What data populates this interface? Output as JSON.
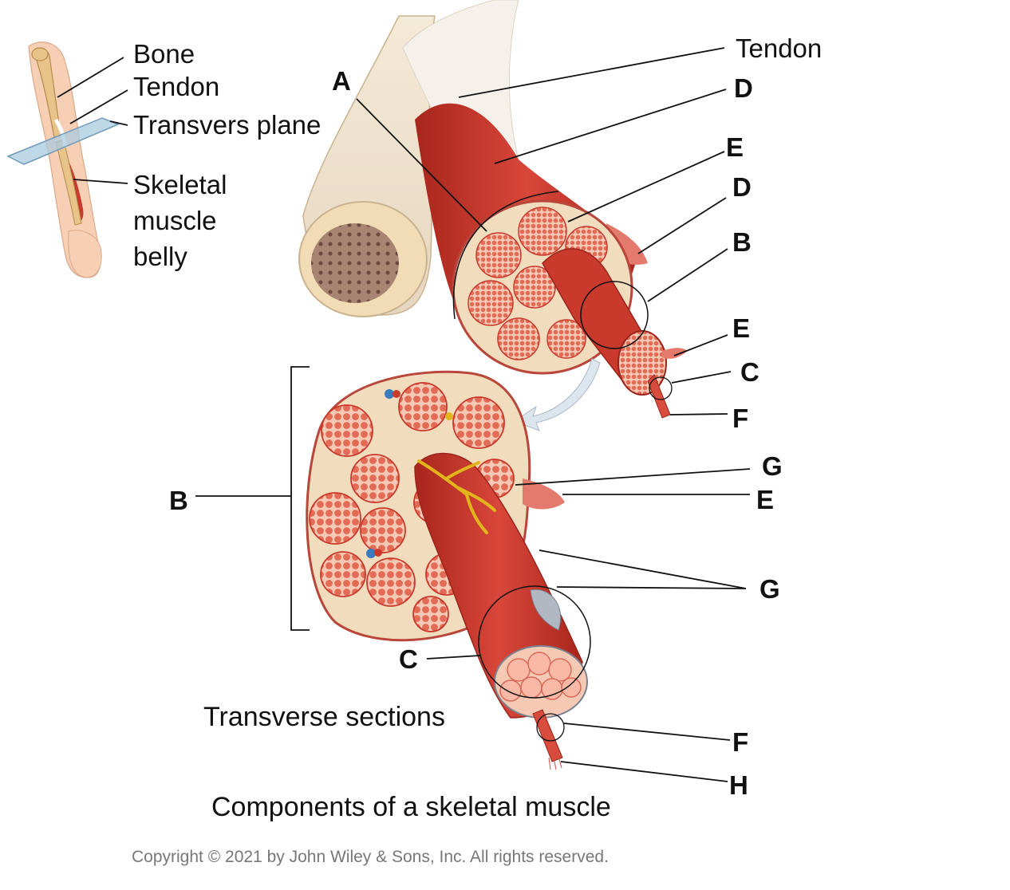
{
  "inset": {
    "labels": {
      "bone": "Bone",
      "tendon": "Tendon",
      "plane": "Transvers plane",
      "belly_1": "Skeletal",
      "belly_2": "muscle",
      "belly_3": "belly"
    }
  },
  "upper_figure": {
    "tendon": "Tendon",
    "A": "A",
    "D1": "D",
    "E1": "E",
    "D2": "D",
    "B1": "B",
    "E2": "E",
    "C1": "C",
    "F1": "F"
  },
  "lower_figure": {
    "B2": "B",
    "G1": "G",
    "E3": "E",
    "G2": "G",
    "C2": "C",
    "F2": "F",
    "H": "H"
  },
  "captions": {
    "sections": "Transverse sections",
    "title": "Components of a skeletal muscle",
    "copyright": "Copyright © 2021 by John Wiley & Sons, Inc. All rights reserved."
  },
  "colors": {
    "muscle": "#c9392c",
    "muscle_dark": "#9c241b",
    "fascicle_bg": "#f1dcbd",
    "fiber": "#e8735f",
    "bone": "#efdcbc",
    "marrow": "#8a6b5a",
    "tendon": "#f3ece2",
    "nerve": "#e2b51c",
    "vessel_blue": "#3b7bbf",
    "arrow": "#dde6ee"
  }
}
